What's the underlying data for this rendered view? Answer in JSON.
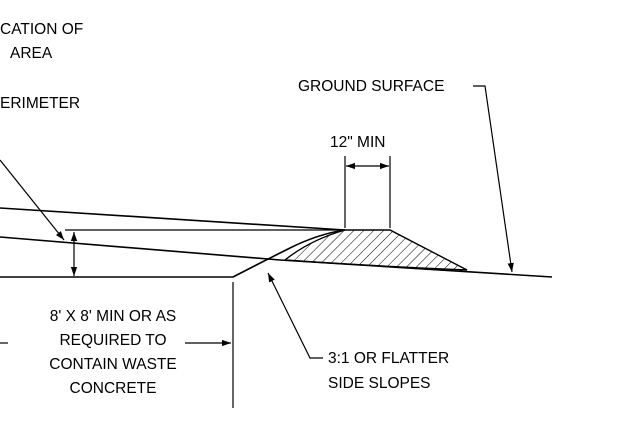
{
  "labels": {
    "location_line1": "CATION OF",
    "location_line2": "AREA",
    "perimeter": "ERIMETER",
    "ground_surface": "GROUND SURFACE",
    "min_width": "12\" MIN",
    "size_line1": "8' X 8' MIN OR AS",
    "size_line2": "REQUIRED TO",
    "size_line3": "CONTAIN WASTE",
    "size_line4": "CONCRETE",
    "slope_line1": "3:1 OR FLATTER",
    "slope_line2": "SIDE SLOPES"
  },
  "colors": {
    "line": "#000000",
    "background": "#ffffff"
  }
}
